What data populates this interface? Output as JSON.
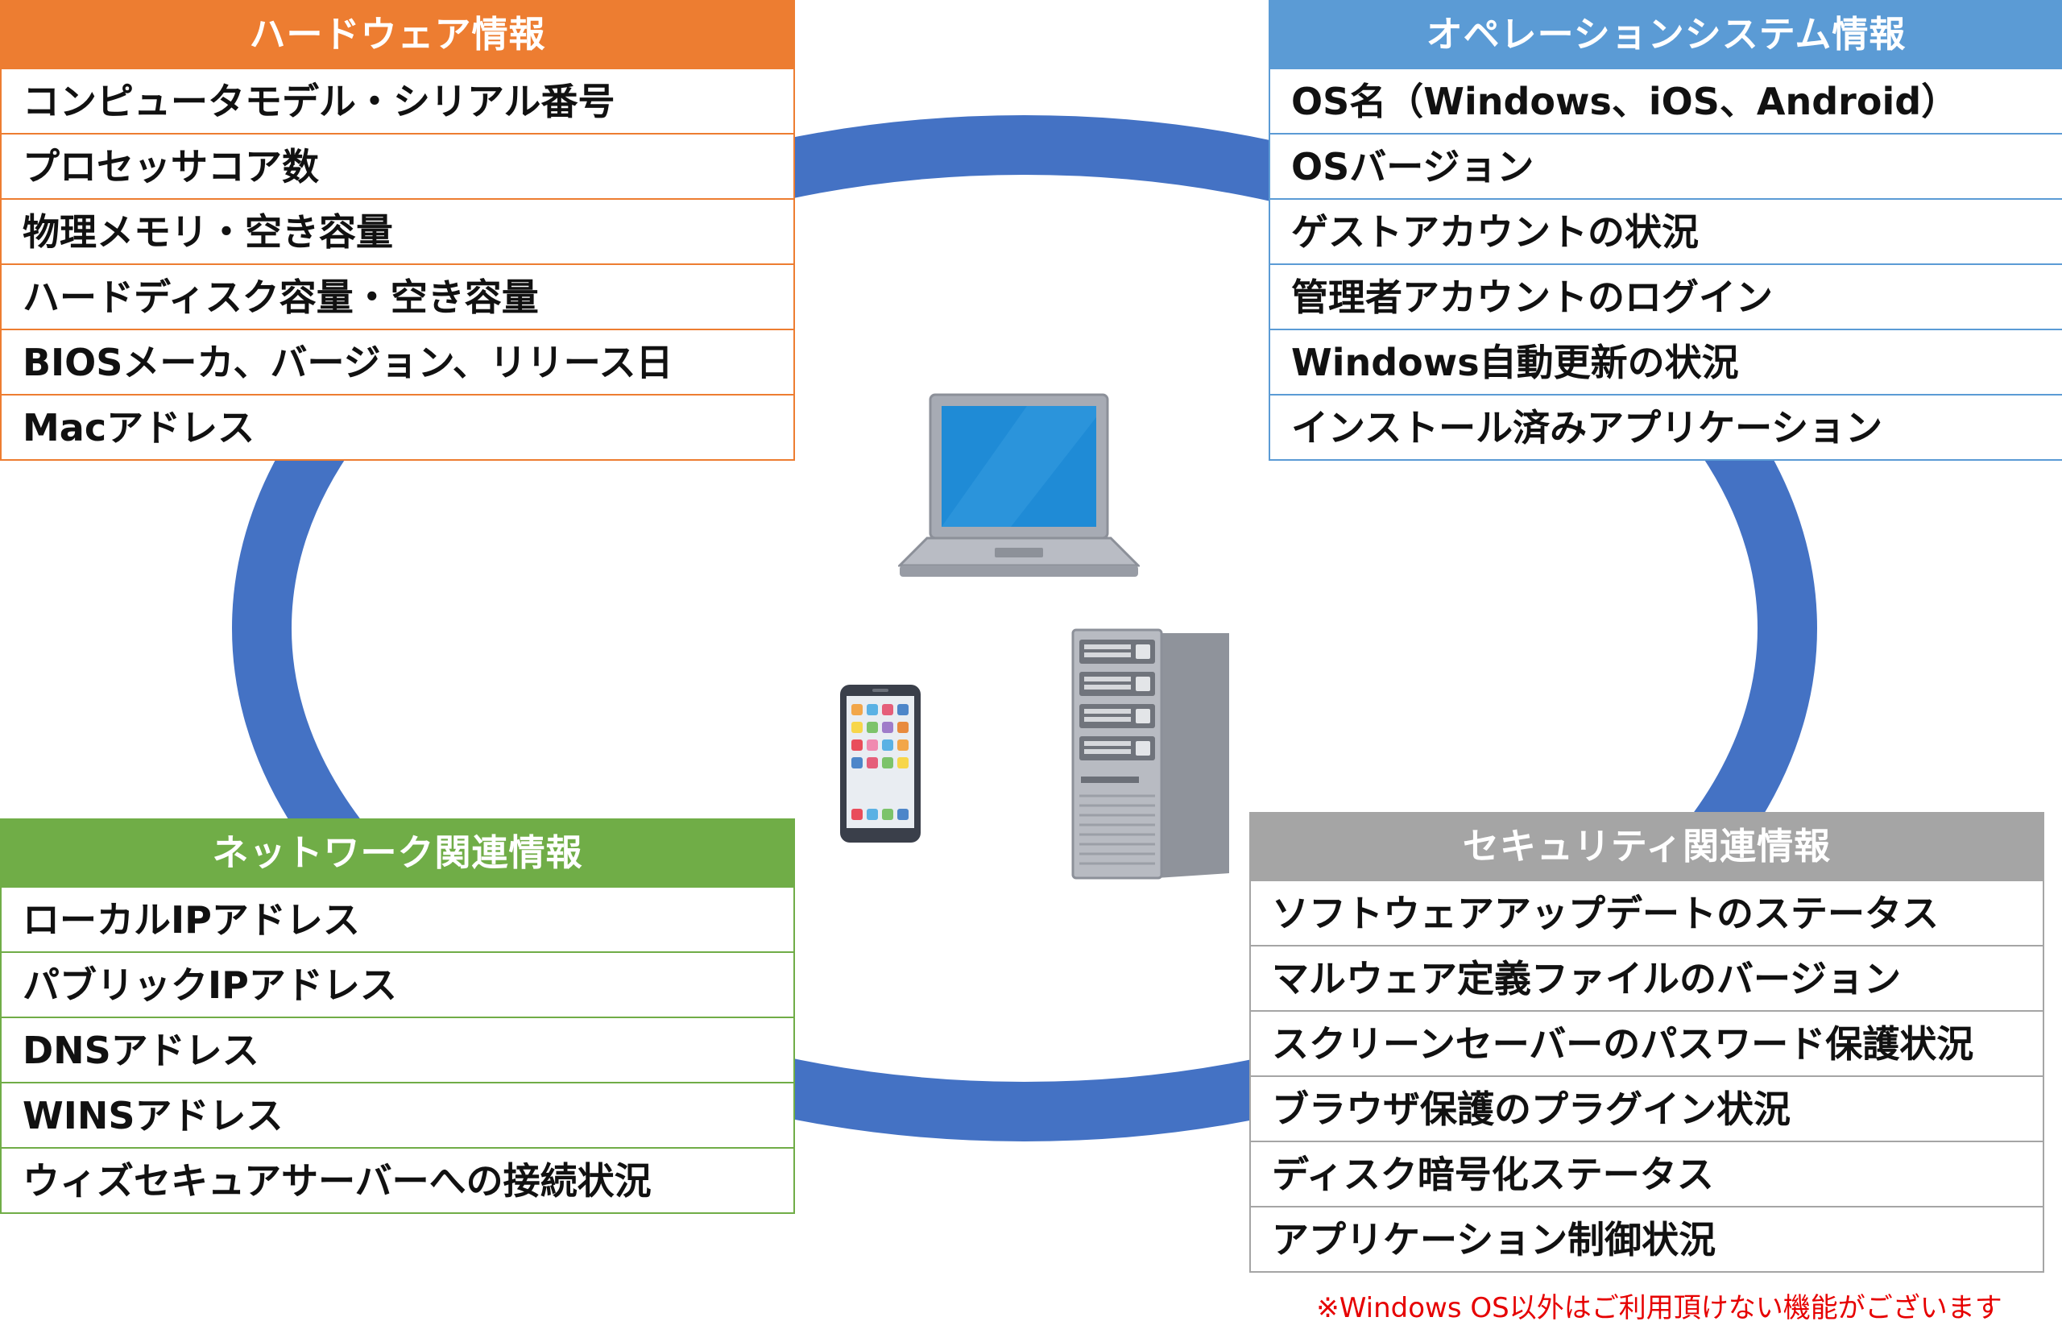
{
  "colors": {
    "ring": "#4472c4",
    "hardware": "#ed7d31",
    "os": "#5b9bd5",
    "network": "#70ad47",
    "security": "#a5a5a5",
    "note": "#e60000"
  },
  "hardware": {
    "title": "ハードウェア情報",
    "items": [
      "コンピュータモデル・シリアル番号",
      "プロセッサコア数",
      "物理メモリ・空き容量",
      "ハードディスク容量・空き容量",
      "BIOSメーカ、バージョン、リリース日",
      "Macアドレス"
    ]
  },
  "os": {
    "title": "オペレーションシステム情報",
    "items": [
      "OS名（Windows、iOS、Android）",
      "OSバージョン",
      "ゲストアカウントの状況",
      "管理者アカウントのログイン",
      "Windows自動更新の状況",
      "インストール済みアプリケーション"
    ]
  },
  "network": {
    "title": "ネットワーク関連情報",
    "items": [
      "ローカルIPアドレス",
      "パブリックIPアドレス",
      "DNSアドレス",
      "WINSアドレス",
      "ウィズセキュアサーバーへの接続状況"
    ]
  },
  "security": {
    "title": "セキュリティ関連情報",
    "items": [
      "ソフトウェアアップデートのステータス",
      "マルウェア定義ファイルのバージョン",
      "スクリーンセーバーのパスワード保護状況",
      "ブラウザ保護のプラグイン状況",
      "ディスク暗号化ステータス",
      "アプリケーション制御状況"
    ]
  },
  "note": "※Windows OS以外はご利用頂けない機能がございます",
  "devices": {
    "laptop_icon": "laptop-icon",
    "smartphone_icon": "smartphone-icon",
    "server_icon": "server-tower-icon"
  }
}
